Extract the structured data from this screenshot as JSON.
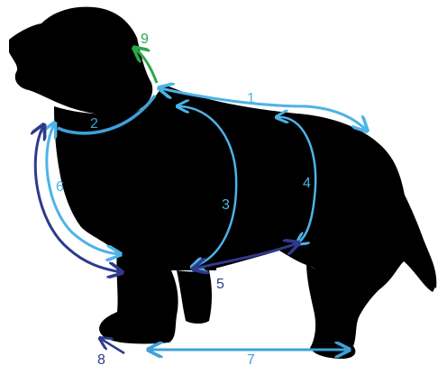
{
  "colors": {
    "silhouette": "#000000",
    "light_blue": "#4db3e6",
    "mid_blue": "#3fa0d8",
    "navy": "#2e3a8c",
    "green": "#2aa84a"
  },
  "measurements": [
    {
      "label": "1",
      "color": "light_blue"
    },
    {
      "label": "2",
      "color": "mid_blue"
    },
    {
      "label": "3",
      "color": "light_blue"
    },
    {
      "label": "4",
      "color": "light_blue"
    },
    {
      "label": "5",
      "color": "navy"
    },
    {
      "label": "6",
      "color": "light_blue"
    },
    {
      "label": "7",
      "color": "mid_blue"
    },
    {
      "label": "8",
      "color": "navy"
    },
    {
      "label": "9",
      "color": "green"
    }
  ]
}
